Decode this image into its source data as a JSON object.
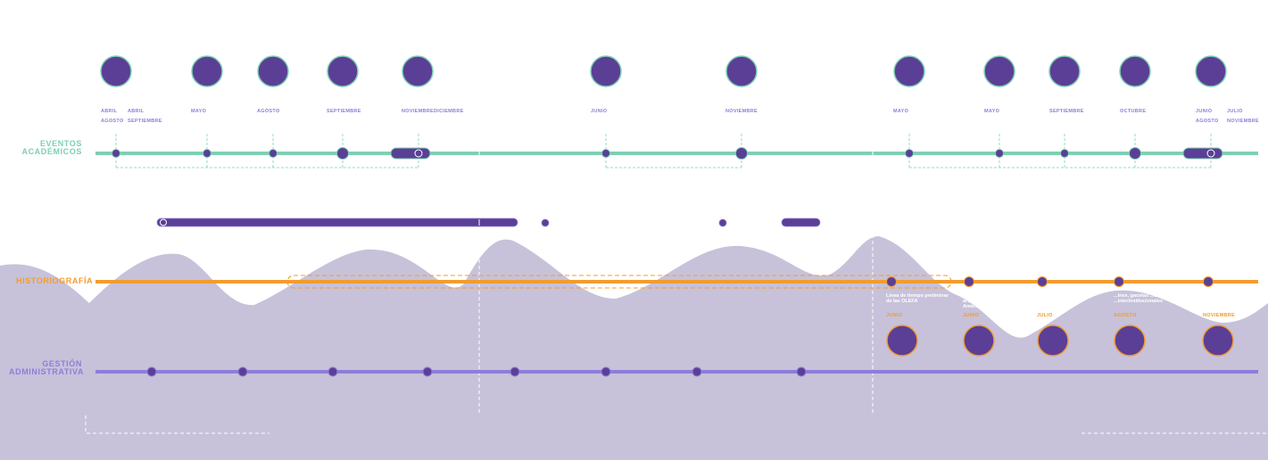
{
  "colors": {
    "academic": "#7ecfb3",
    "historiography": "#f39c2f",
    "administrative": "#8e7ed8",
    "dot": "#5b3f96",
    "wave": "#c7c2da"
  },
  "rows": {
    "academic": "EVENTOS\nACADÉMICOS",
    "historiography": "HISTORIOGRAFÍA",
    "administrative": "GESTIÓN\nADMINISTRATIVA"
  },
  "academic_months": [
    {
      "text": "ABRIL",
      "line": 1
    },
    {
      "text": "AGOSTO",
      "line": 2
    },
    {
      "text": "ABRIL",
      "line": 1
    },
    {
      "text": "SEPTIEMBRE",
      "line": 2
    },
    {
      "text": "MAYO",
      "line": 1
    },
    {
      "text": "AGOSTO",
      "line": 1
    },
    {
      "text": "SEPTIEMBRE",
      "line": 1
    },
    {
      "text": "NOVIEMBRE",
      "line": 1
    },
    {
      "text": "DICIEMBRE",
      "line": 1
    },
    {
      "text": "JUNIO",
      "line": 1
    },
    {
      "text": "NOVIEMBRE",
      "line": 1
    },
    {
      "text": "MAYO",
      "line": 1
    },
    {
      "text": "MAYO",
      "line": 1
    },
    {
      "text": "SEPTIEMBRE",
      "line": 1
    },
    {
      "text": "OCTUBRE",
      "line": 1
    },
    {
      "text": "JUNIO",
      "line": 1
    },
    {
      "text": "AGOSTO",
      "line": 2
    },
    {
      "text": "JULIO",
      "line": 1
    },
    {
      "text": "NOVIEMBRE",
      "line": 2
    }
  ],
  "historiography_events": [
    {
      "note": "Línea de tiempo preliminar de las OLEFA",
      "month": "JUNIO"
    },
    {
      "note": "Lin... La arqu... en Améric...",
      "month": "JUNIO"
    },
    {
      "note": "",
      "month": "JULIO"
    },
    {
      "note": "...ines, gacetas ...uerdos ...interinstitucionales",
      "month": "AGOSTO"
    },
    {
      "note": "",
      "month": "NOVIEMBRE"
    }
  ]
}
